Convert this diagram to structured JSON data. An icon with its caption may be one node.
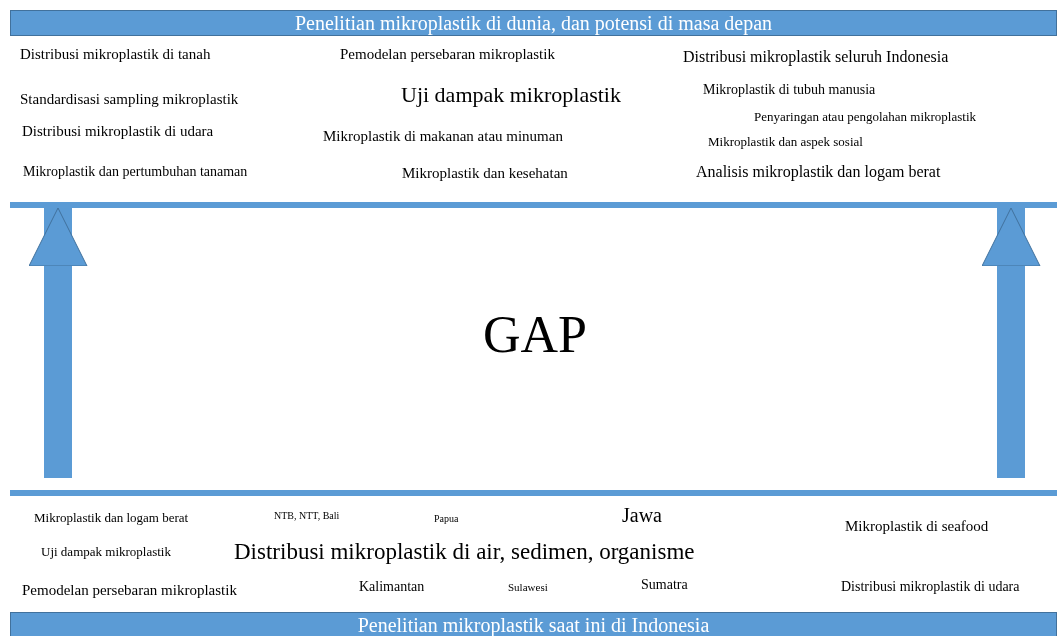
{
  "diagram": {
    "nodes": [
      {
        "text": [
          "Penelitian mikroplastik di dunia, dan potensi di masa depan",
          "Distribusi mikroplastik di tanah",
          "Pemodelan persebaran mikroplastik",
          "Distribusi mikroplastik seluruh Indonesia",
          "Standardisasi sampling mikroplastik",
          "Uji dampak mikroplastik",
          "Mikroplastik di tubuh manusia",
          "Penyaringan atau pengolahan mikroplastik",
          "Distribusi mikroplastik di udara",
          "Mikroplastik di makanan atau minuman",
          "Mikroplastik dan aspek sosial",
          "Mikroplastik dan pertumbuhan tanaman",
          "Mikroplastik dan kesehatan",
          "Analisis mikroplastik dan logam berat"
        ]
      },
      {
        "text": [
          "Mikroplastik dan logam berat",
          "NTB, NTT, Bali",
          "Papua",
          "Jawa",
          "Mikroplastik di seafood",
          "Uji dampak mikroplastik",
          "Distribusi mikroplastik di air, sedimen, organisme",
          "Pemodelan persebaran mikroplastik",
          "Kalimantan",
          "Sulawesi",
          "Sumatra",
          "Distribusi mikroplastik di udara",
          "Penelitian mikroplastik saat ini di Indonesia"
        ]
      }
    ],
    "edges": [
      {
        "from": 1,
        "to": 0,
        "arrow": "to"
      },
      {
        "from": 1,
        "to": 0,
        "arrow": "to"
      }
    ],
    "labels": [
      "GAP"
    ]
  }
}
